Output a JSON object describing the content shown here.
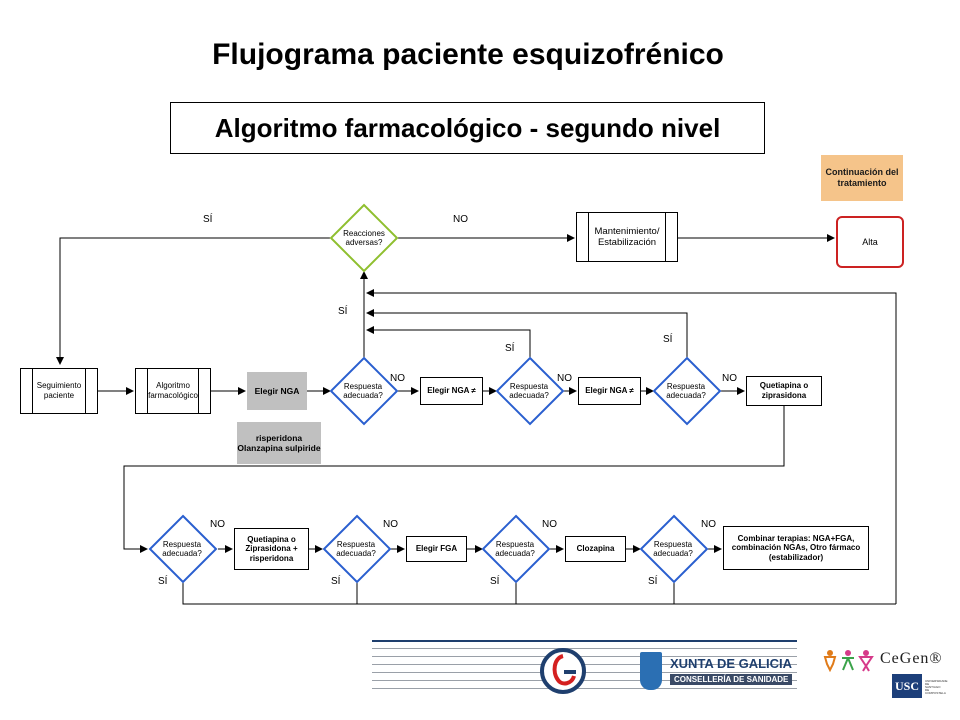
{
  "title": "Flujograma paciente esquizofrénico",
  "subtitle": "Algoritmo farmacológico - segundo nivel",
  "nodes": {
    "reacciones": "Reacciones adversas?",
    "mantenimiento": "Mantenimiento/ Estabilización",
    "continuacion": "Continuación del tratamiento",
    "alta": "Alta",
    "seguimiento": "Seguimiento paciente",
    "algoritmo": "Algoritmo farmacológico",
    "elegir_nga": "Elegir NGA",
    "farmacos": "risperidona Olanzapina sulpiride",
    "respuesta": "Respuesta adecuada?",
    "elegir_nga_distinto": "Elegir NGA ≠",
    "quetiapina_zip": "Quetiapina o ziprasidona",
    "quetiapina_zip_risp": "Quetiapina o Ziprasidona + risperidona",
    "elegir_fga": "Elegir FGA",
    "clozapina": "Clozapina",
    "combinar": "Combinar terapias: NGA+FGA, combinación NGAs, Otro fármaco (estabilizador)"
  },
  "labels": {
    "si": "SÍ",
    "no": "NO"
  },
  "footer": {
    "xunta_line1": "XUNTA DE GALICIA",
    "xunta_line2": "CONSELLERÍA DE SANIDADE",
    "cegen": "CeGen®",
    "usc": "USC",
    "usc_small": "UNIVERSIDADE DE SANTIAGO DE COMPOSTELA"
  },
  "colors": {
    "decision_green": "#8fbf2f",
    "decision_blue": "#2a5fcf",
    "gray_box": "#c0c0c0",
    "tan_box": "#f5c48a",
    "alta_border": "#cc2222"
  }
}
